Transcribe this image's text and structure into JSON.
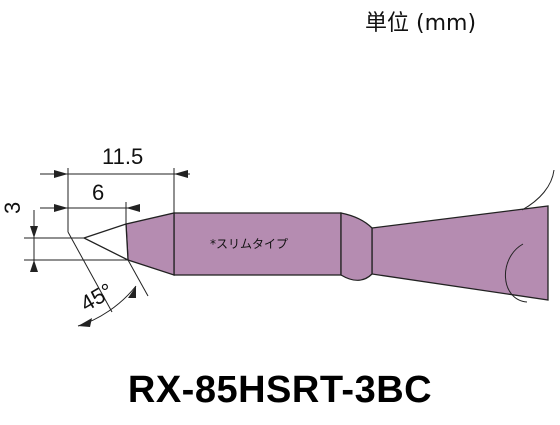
{
  "unit_label": "単位 (mm)",
  "dimensions": {
    "total_length": "11.5",
    "tip_length": "6",
    "tip_width": "3",
    "bevel_angle": "45°"
  },
  "body_label": "*スリムタイプ",
  "model_name": "RX-85HSRT-3BC",
  "colors": {
    "body_fill": "#b58cb1",
    "outline": "#222222",
    "tip_fill": "#ffffff"
  }
}
